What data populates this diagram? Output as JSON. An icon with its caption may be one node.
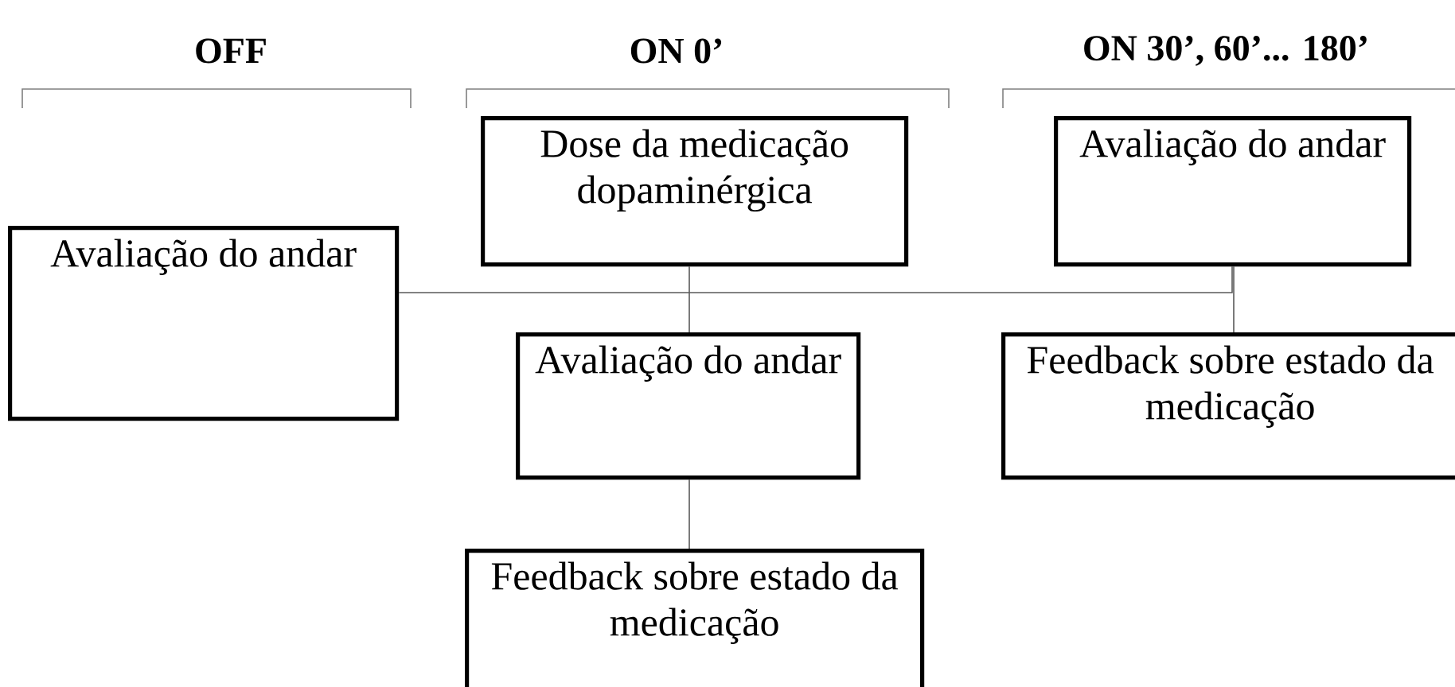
{
  "diagram": {
    "nodes": [
      {
        "text": [
          "Avaliação do andar"
        ]
      },
      {
        "text": [
          "Dose da medicação dopaminérgica"
        ]
      },
      {
        "text": [
          "Avaliação do andar"
        ]
      },
      {
        "text": [
          "Avaliação do andar"
        ]
      },
      {
        "text": [
          "Feedback sobre estado da medicação"
        ]
      },
      {
        "text": [
          "Feedback sobre estado da medicação"
        ]
      }
    ],
    "edges": [
      {
        "from": 1,
        "to": 3,
        "arrow": "none"
      },
      {
        "from": 3,
        "to": 4,
        "arrow": "none"
      },
      {
        "from": 2,
        "to": 5,
        "arrow": "none"
      },
      {
        "from": 0,
        "to": 2,
        "arrow": "none"
      }
    ],
    "labels": [
      "OFF",
      "ON 0’",
      "ON 30’, 60’... 180’"
    ]
  }
}
